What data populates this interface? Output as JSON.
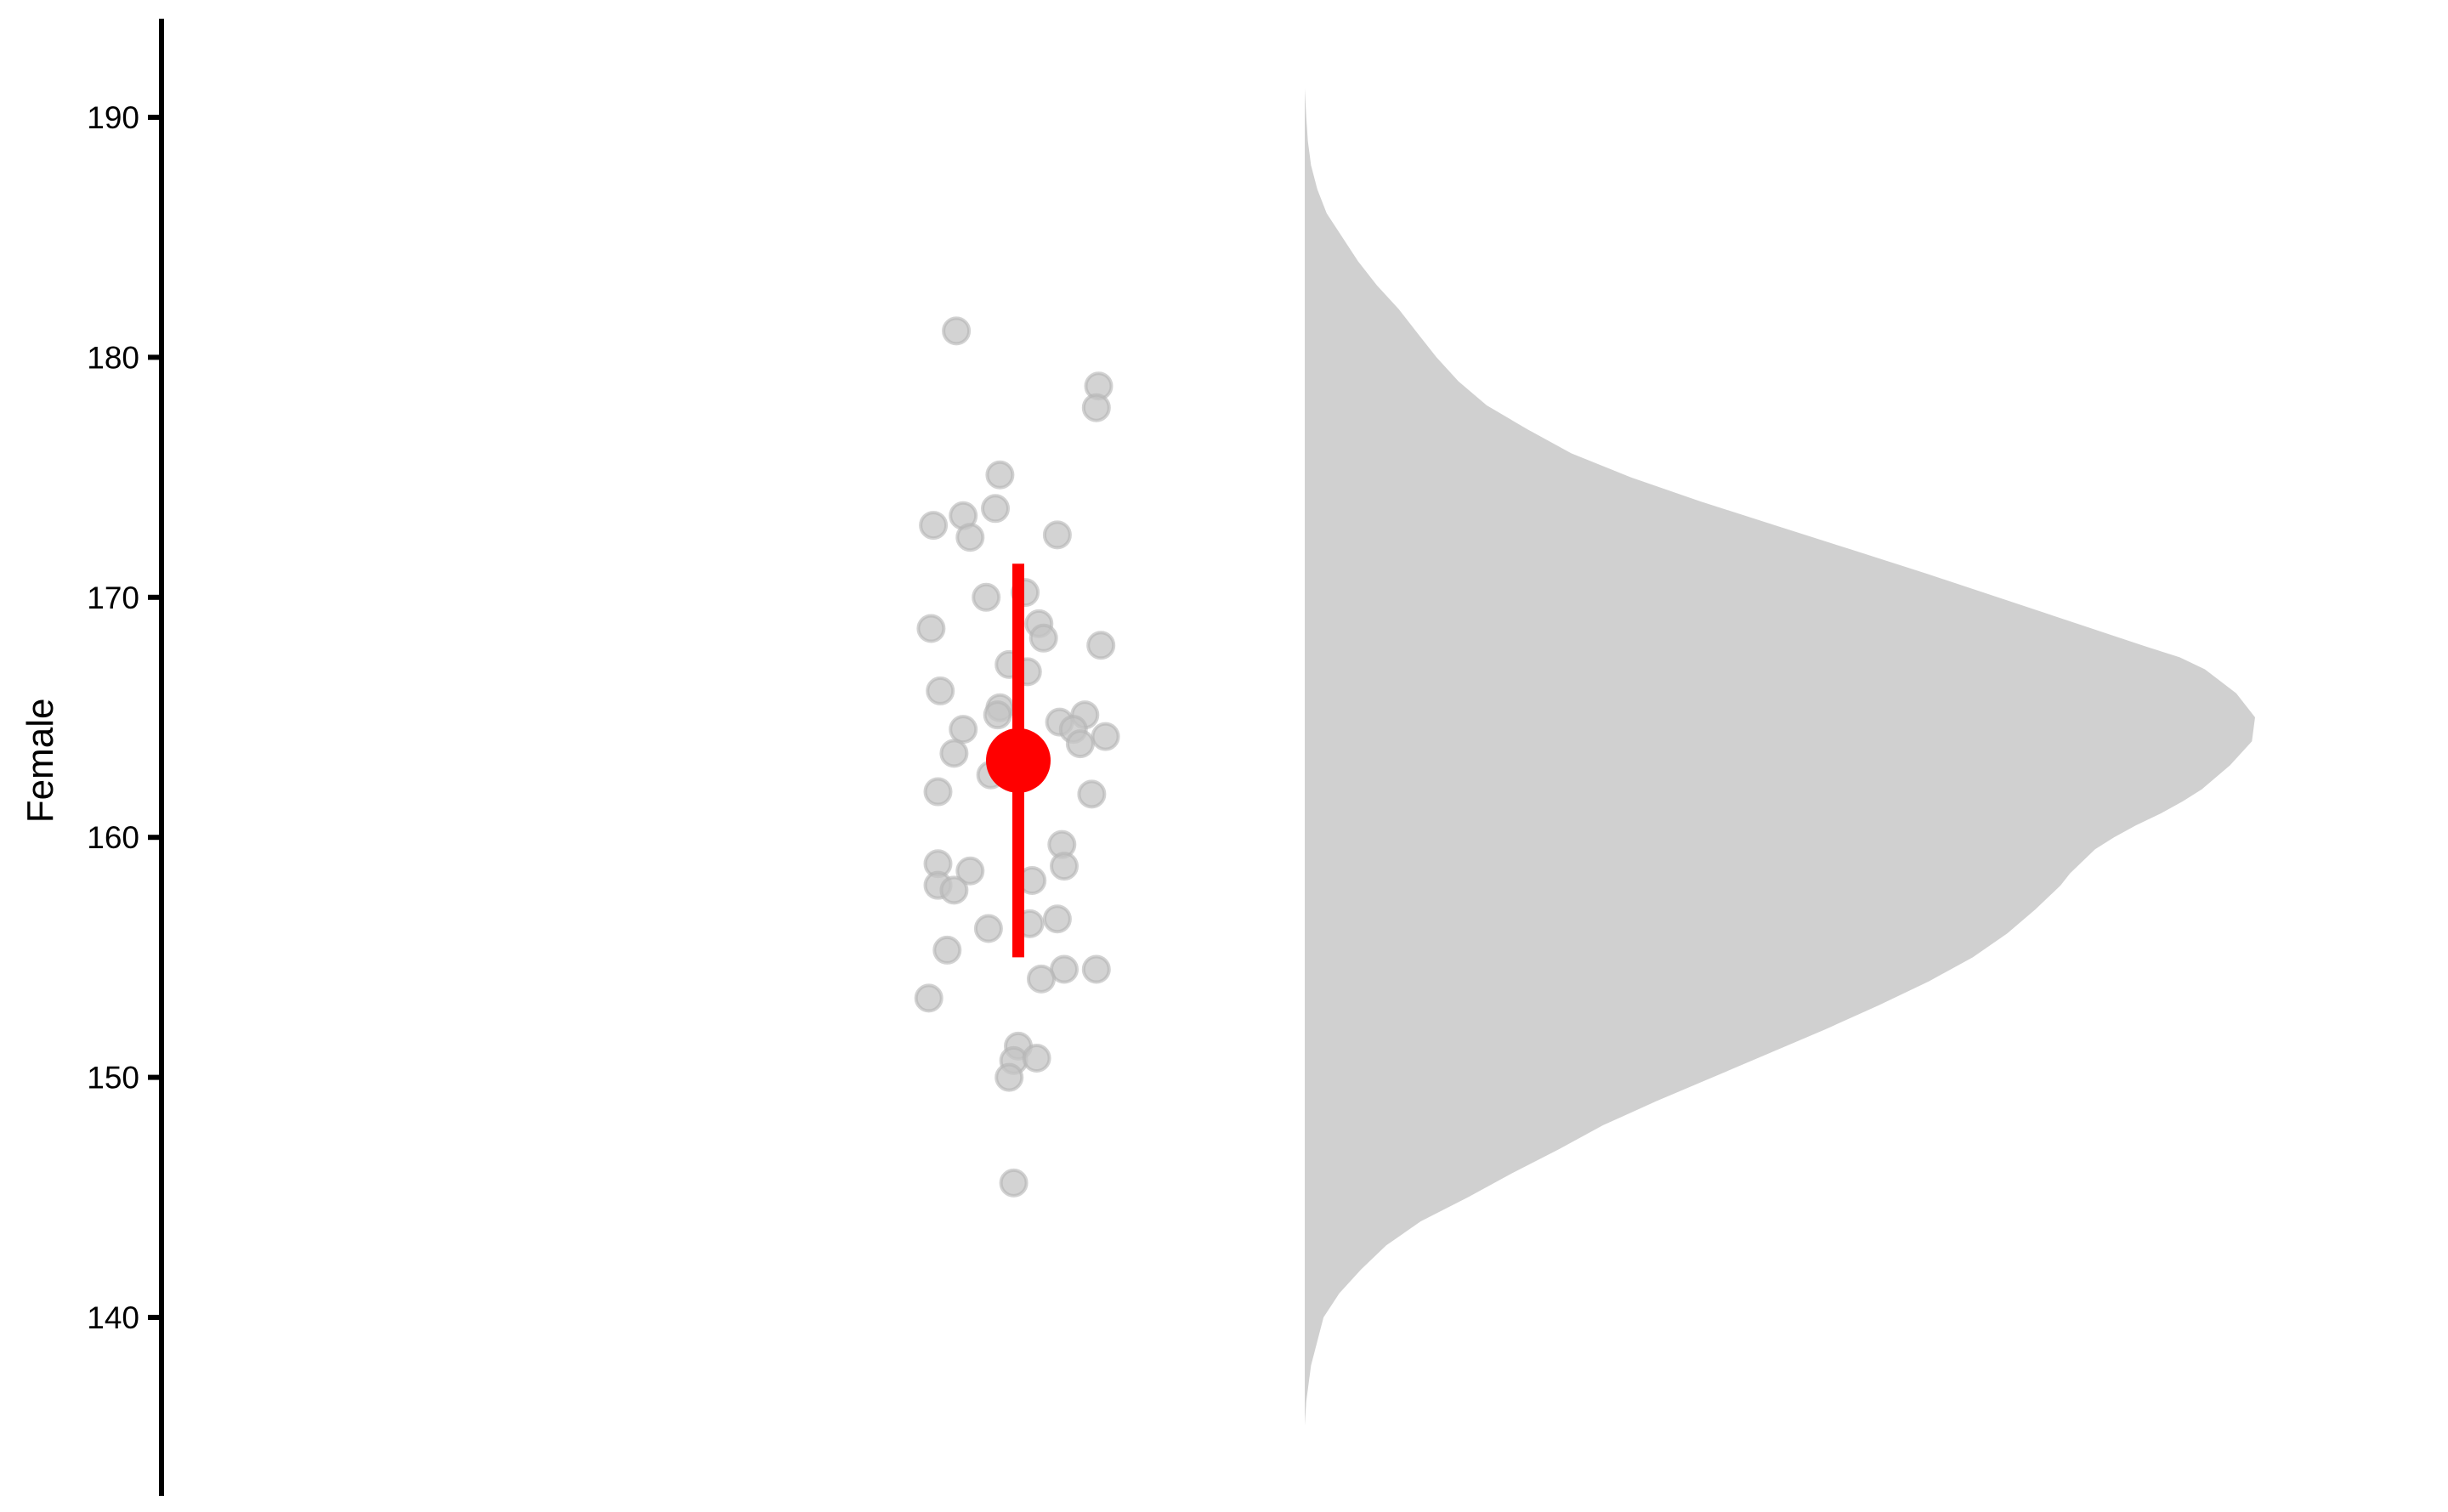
{
  "chart_data": {
    "type": "raincloud",
    "ylabel": "Female",
    "ylim": [
      133,
      194
    ],
    "yticks": [
      140,
      150,
      160,
      170,
      180,
      190
    ],
    "colors": {
      "points": "#c4c4c4",
      "density": "#d0d0d0",
      "summary": "#ff0000",
      "axis": "#000000"
    },
    "summary": {
      "mean": 163.2,
      "lower": 155.0,
      "upper": 171.4
    },
    "points": [
      {
        "jitter": -0.27,
        "value": 181.1
      },
      {
        "jitter": 0.35,
        "value": 178.8
      },
      {
        "jitter": 0.34,
        "value": 177.9
      },
      {
        "jitter": -0.08,
        "value": 175.1
      },
      {
        "jitter": -0.1,
        "value": 173.7
      },
      {
        "jitter": -0.24,
        "value": 173.4
      },
      {
        "jitter": -0.37,
        "value": 173.0
      },
      {
        "jitter": -0.21,
        "value": 172.5
      },
      {
        "jitter": 0.17,
        "value": 172.6
      },
      {
        "jitter": -0.14,
        "value": 170.0
      },
      {
        "jitter": 0.03,
        "value": 170.2
      },
      {
        "jitter": 0.09,
        "value": 168.9
      },
      {
        "jitter": -0.38,
        "value": 168.7
      },
      {
        "jitter": 0.11,
        "value": 168.3
      },
      {
        "jitter": 0.36,
        "value": 168.0
      },
      {
        "jitter": -0.04,
        "value": 167.2
      },
      {
        "jitter": 0.04,
        "value": 166.9
      },
      {
        "jitter": -0.34,
        "value": 166.1
      },
      {
        "jitter": -0.08,
        "value": 165.4
      },
      {
        "jitter": -0.09,
        "value": 165.1
      },
      {
        "jitter": 0.29,
        "value": 165.1
      },
      {
        "jitter": 0.18,
        "value": 164.8
      },
      {
        "jitter": 0.24,
        "value": 164.5
      },
      {
        "jitter": -0.24,
        "value": 164.5
      },
      {
        "jitter": 0.38,
        "value": 164.2
      },
      {
        "jitter": 0.27,
        "value": 163.9
      },
      {
        "jitter": -0.28,
        "value": 163.5
      },
      {
        "jitter": -0.12,
        "value": 162.6
      },
      {
        "jitter": -0.35,
        "value": 161.9
      },
      {
        "jitter": 0.32,
        "value": 161.8
      },
      {
        "jitter": 0.19,
        "value": 159.7
      },
      {
        "jitter": -0.35,
        "value": 158.9
      },
      {
        "jitter": 0.2,
        "value": 158.8
      },
      {
        "jitter": -0.21,
        "value": 158.6
      },
      {
        "jitter": 0.06,
        "value": 158.2
      },
      {
        "jitter": -0.35,
        "value": 158.0
      },
      {
        "jitter": -0.28,
        "value": 157.8
      },
      {
        "jitter": 0.17,
        "value": 156.6
      },
      {
        "jitter": 0.05,
        "value": 156.4
      },
      {
        "jitter": -0.13,
        "value": 156.2
      },
      {
        "jitter": -0.31,
        "value": 155.3
      },
      {
        "jitter": 0.2,
        "value": 154.5
      },
      {
        "jitter": 0.34,
        "value": 154.5
      },
      {
        "jitter": 0.1,
        "value": 154.1
      },
      {
        "jitter": -0.39,
        "value": 153.3
      },
      {
        "jitter": 0.0,
        "value": 151.3
      },
      {
        "jitter": -0.02,
        "value": 150.7
      },
      {
        "jitter": 0.08,
        "value": 150.8
      },
      {
        "jitter": -0.04,
        "value": 150.0
      },
      {
        "jitter": -0.02,
        "value": 145.6
      }
    ],
    "density": {
      "values": [
        135.5,
        136.5,
        138,
        140,
        141,
        142,
        143,
        144,
        145,
        146,
        147,
        148,
        149,
        150,
        151,
        152,
        153,
        154,
        155,
        156,
        157,
        157.5,
        158,
        158.5,
        159,
        159.5,
        160,
        160.5,
        161,
        161.5,
        162,
        163,
        164,
        165,
        166,
        167,
        167.5,
        168,
        169,
        170,
        171,
        172,
        173,
        174,
        175,
        176,
        177,
        178,
        179,
        180,
        181,
        182,
        183,
        184,
        185,
        186,
        187,
        188,
        189,
        190,
        191.2
      ],
      "density": [
        0.0,
        0.005,
        0.02,
        0.06,
        0.11,
        0.18,
        0.26,
        0.37,
        0.52,
        0.66,
        0.81,
        0.95,
        1.12,
        1.3,
        1.48,
        1.66,
        1.83,
        1.99,
        2.13,
        2.24,
        2.33,
        2.37,
        2.41,
        2.44,
        2.48,
        2.52,
        2.58,
        2.65,
        2.73,
        2.8,
        2.86,
        2.95,
        3.02,
        3.03,
        2.97,
        2.87,
        2.79,
        2.67,
        2.44,
        2.21,
        1.98,
        1.74,
        1.5,
        1.26,
        1.04,
        0.85,
        0.71,
        0.58,
        0.49,
        0.42,
        0.36,
        0.3,
        0.23,
        0.17,
        0.12,
        0.07,
        0.04,
        0.02,
        0.01,
        0.005,
        0.0
      ]
    }
  }
}
